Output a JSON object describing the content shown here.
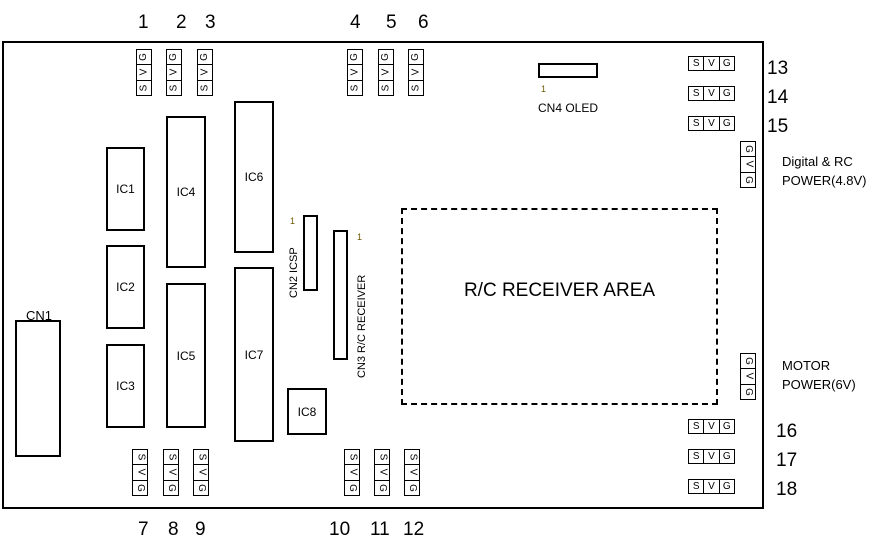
{
  "connector_numbers": {
    "n1": "1",
    "n2": "2",
    "n3": "3",
    "n4": "4",
    "n5": "5",
    "n6": "6",
    "n7": "7",
    "n8": "8",
    "n9": "9",
    "n10": "10",
    "n11": "11",
    "n12": "12",
    "n13": "13",
    "n14": "14",
    "n15": "15",
    "n16": "16",
    "n17": "17",
    "n18": "18"
  },
  "pins": {
    "s": "S",
    "v": "V",
    "g": "G"
  },
  "ics": {
    "ic1": "IC1",
    "ic2": "IC2",
    "ic3": "IC3",
    "ic4": "IC4",
    "ic5": "IC5",
    "ic6": "IC6",
    "ic7": "IC7",
    "ic8": "IC8"
  },
  "connectors": {
    "cn1": "CN1",
    "cn2": "CN2 ICSP",
    "cn3": "CN3 R/C RECEIVER",
    "cn4": "CN4 OLED",
    "pin1_marker": "1"
  },
  "areas": {
    "rc_receiver": "R/C RECEIVER AREA"
  },
  "power_labels": {
    "digital_line1": "Digital & RC",
    "digital_line2": "POWER(4.8V)",
    "motor_line1": "MOTOR",
    "motor_line2": "POWER(6V)"
  }
}
